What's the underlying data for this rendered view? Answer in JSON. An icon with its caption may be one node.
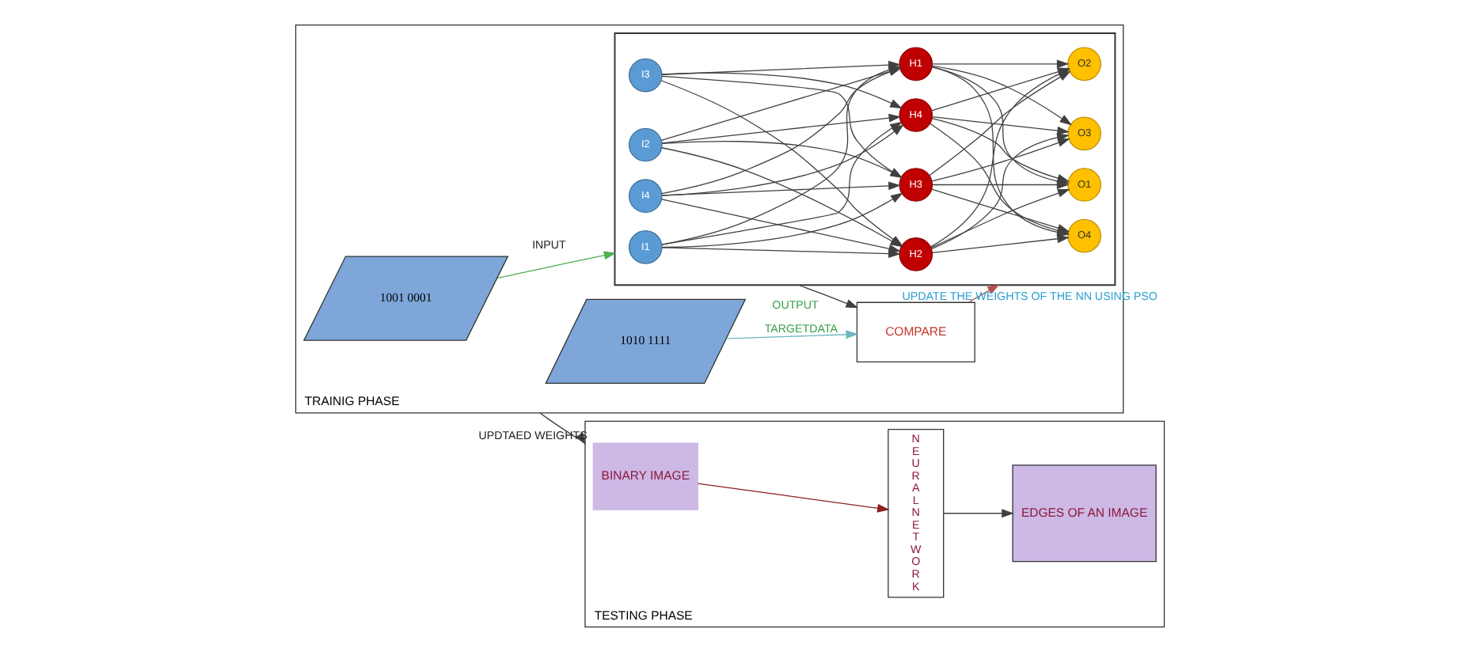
{
  "diagram": {
    "nodes": [
      {
        "text": [
          "TRAINIG PHASE"
        ]
      },
      {
        "text": [
          "1001 0001"
        ],
        "in": 0
      },
      {
        "text": [],
        "shape": "picture",
        "in": 0
      },
      {
        "text": [
          "I1"
        ],
        "in": 2
      },
      {
        "text": [
          "I2"
        ],
        "in": 2
      },
      {
        "text": [
          "I3"
        ],
        "in": 2
      },
      {
        "text": [
          "I4"
        ],
        "in": 2
      },
      {
        "text": [
          "H1"
        ],
        "in": 2
      },
      {
        "text": [
          "H2"
        ],
        "in": 2
      },
      {
        "text": [
          "H3"
        ],
        "in": 2
      },
      {
        "text": [
          "H4"
        ],
        "in": 2
      },
      {
        "text": [
          "O1"
        ],
        "in": 2
      },
      {
        "text": [
          "O2"
        ],
        "in": 2
      },
      {
        "text": [
          "O3"
        ],
        "in": 2
      },
      {
        "text": [
          "O4"
        ],
        "in": 2
      },
      {
        "text": [
          "1010 1111"
        ],
        "in": 0
      },
      {
        "text": [
          "COMPARE"
        ],
        "in": 0
      },
      {
        "text": [
          "TESTING PHASE"
        ]
      },
      {
        "text": [
          "BINARY IMAGE"
        ],
        "in": 17
      },
      {
        "text": [
          "NEURALNETWORK"
        ],
        "in": 17
      },
      {
        "text": [
          "EDGES OF AN IMAGE"
        ],
        "in": 17
      }
    ],
    "edges": [
      {
        "from": 1,
        "to": 2,
        "arrow": "to",
        "label": "INPUT",
        "color": "#4caf50"
      },
      {
        "from": 3,
        "to": 7,
        "arrow": "to"
      },
      {
        "from": 3,
        "to": 8,
        "arrow": "to"
      },
      {
        "from": 3,
        "to": 9,
        "arrow": "to"
      },
      {
        "from": 3,
        "to": 10,
        "arrow": "to"
      },
      {
        "from": 4,
        "to": 7,
        "arrow": "to"
      },
      {
        "from": 4,
        "to": 8,
        "arrow": "to"
      },
      {
        "from": 4,
        "to": 9,
        "arrow": "to"
      },
      {
        "from": 4,
        "to": 10,
        "arrow": "to"
      },
      {
        "from": 5,
        "to": 7,
        "arrow": "to"
      },
      {
        "from": 5,
        "to": 8,
        "arrow": "to"
      },
      {
        "from": 5,
        "to": 9,
        "arrow": "to"
      },
      {
        "from": 5,
        "to": 10,
        "arrow": "to"
      },
      {
        "from": 6,
        "to": 7,
        "arrow": "to"
      },
      {
        "from": 6,
        "to": 8,
        "arrow": "to"
      },
      {
        "from": 6,
        "to": 9,
        "arrow": "to"
      },
      {
        "from": 6,
        "to": 10,
        "arrow": "to"
      },
      {
        "from": 7,
        "to": 11,
        "arrow": "to"
      },
      {
        "from": 7,
        "to": 12,
        "arrow": "to"
      },
      {
        "from": 7,
        "to": 13,
        "arrow": "to"
      },
      {
        "from": 7,
        "to": 14,
        "arrow": "to"
      },
      {
        "from": 8,
        "to": 11,
        "arrow": "to"
      },
      {
        "from": 8,
        "to": 12,
        "arrow": "to"
      },
      {
        "from": 8,
        "to": 13,
        "arrow": "to"
      },
      {
        "from": 8,
        "to": 14,
        "arrow": "to"
      },
      {
        "from": 9,
        "to": 11,
        "arrow": "to"
      },
      {
        "from": 9,
        "to": 12,
        "arrow": "to"
      },
      {
        "from": 9,
        "to": 13,
        "arrow": "to"
      },
      {
        "from": 9,
        "to": 14,
        "arrow": "to"
      },
      {
        "from": 10,
        "to": 11,
        "arrow": "to"
      },
      {
        "from": 10,
        "to": 12,
        "arrow": "to"
      },
      {
        "from": 10,
        "to": 13,
        "arrow": "to"
      },
      {
        "from": 10,
        "to": 14,
        "arrow": "to"
      },
      {
        "from": 2,
        "to": 16,
        "arrow": "to",
        "label": "OUTPUT"
      },
      {
        "from": 15,
        "to": 16,
        "arrow": "to",
        "label": "TARGETDATA",
        "color": "#6fb7c0"
      },
      {
        "from": 16,
        "to": 2,
        "arrow": "to",
        "label": "UPDATE THE WEIGHTS OF THE NN USING PSO",
        "color": "#b05050"
      },
      {
        "from": 0,
        "to": 17,
        "arrow": "to",
        "label": "UPDTAED WEIGHTS"
      },
      {
        "from": 18,
        "to": 19,
        "arrow": "to",
        "color": "#8b2020"
      },
      {
        "from": 19,
        "to": 20,
        "arrow": "to"
      }
    ]
  }
}
